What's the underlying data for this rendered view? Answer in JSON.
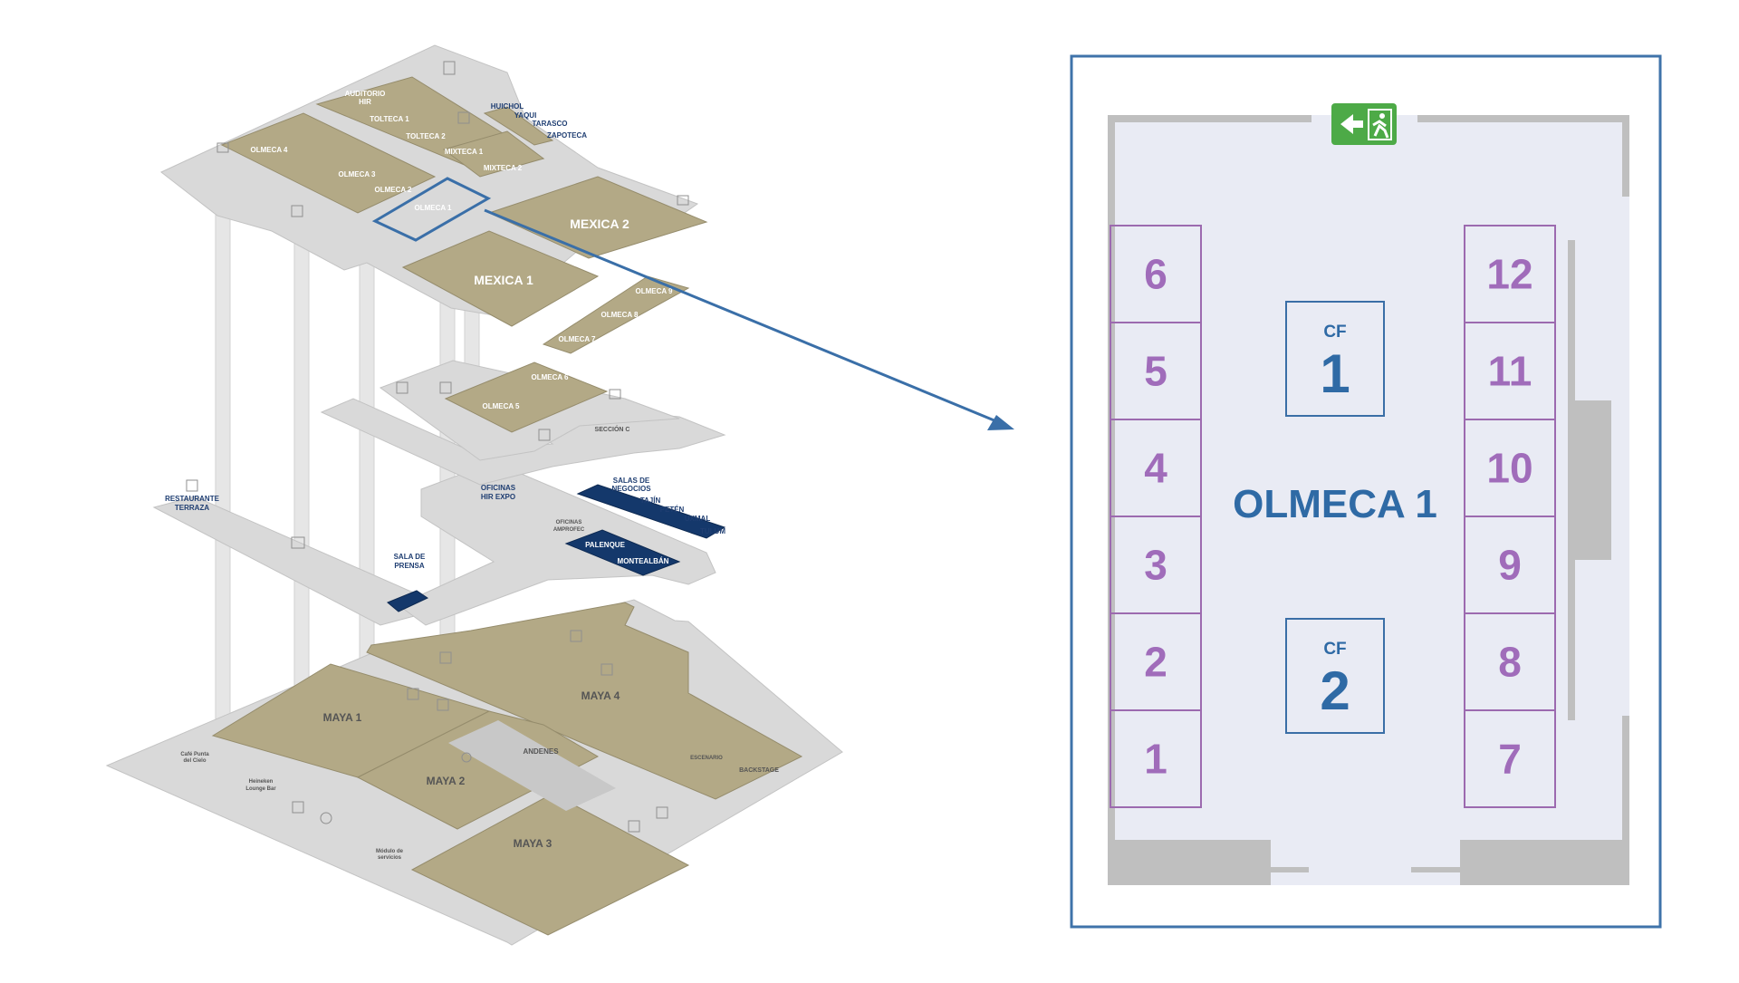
{
  "colors": {
    "floor": "#d9d9d9",
    "floor_edge": "#c3c3c3",
    "room_tan": "#b3a986",
    "room_tan_edge": "#958c6c",
    "room_navy": "#14386b",
    "highlight": "#3a6fa8",
    "panel_border": "#3f73aa",
    "panel_bg": "#ffffff",
    "room_bg": "#e9ebf4",
    "wall_gray": "#bfbfbf",
    "booth_border": "#9c6aaf",
    "booth_text": "#a06cba",
    "cf_border": "#3a6ea6",
    "cf_text": "#2f6aa5",
    "exit_green": "#4daa47"
  },
  "overview_map": {
    "upper_level": {
      "rooms": [
        "AUDITORIO HIR",
        "TOLTECA 1",
        "TOLTECA 2",
        "OLMECA 4",
        "OLMECA 3",
        "OLMECA 2",
        "OLMECA 1",
        "MIXTECA 1",
        "MIXTECA 2",
        "HUICHOL",
        "YAQUI",
        "TARASCO",
        "ZAPOTECA",
        "MEXICA 2",
        "MEXICA 1",
        "OLMECA 9",
        "OLMECA 8",
        "OLMECA 7"
      ]
    },
    "second_level": {
      "rooms": [
        "OLMECA 6",
        "OLMECA 5",
        "SECCIÓN C"
      ]
    },
    "third_level": {
      "rooms": [
        "RESTAURANTE TERRAZA",
        "OFICINAS HIR EXPO",
        "OFICINAS AMPROFEC",
        "SALAS DE NEGOCIOS",
        "TAJÍN",
        "PETÉN",
        "UXMAL",
        "TULUM",
        "PALENQUE",
        "MONTEALBÁN",
        "SALA DE PRENSA"
      ]
    },
    "ground_level": {
      "rooms": [
        "MAYA 1",
        "MAYA 2",
        "MAYA 3",
        "MAYA 4",
        "ANDENES",
        "ESCENARIO",
        "BACKSTAGE",
        "Café Punta del Cielo",
        "Heineken Lounge Bar",
        "Módulo de servicios"
      ]
    },
    "highlighted_room": "OLMECA 1"
  },
  "detail_panel": {
    "room_name": "OLMECA 1",
    "exit_sign": "exit-running-man-icon",
    "cf_blocks": [
      {
        "label": "CF",
        "number": "1"
      },
      {
        "label": "CF",
        "number": "2"
      }
    ],
    "booths_left": [
      "6",
      "5",
      "4",
      "3",
      "2",
      "1"
    ],
    "booths_right": [
      "12",
      "11",
      "10",
      "9",
      "8",
      "7"
    ]
  }
}
